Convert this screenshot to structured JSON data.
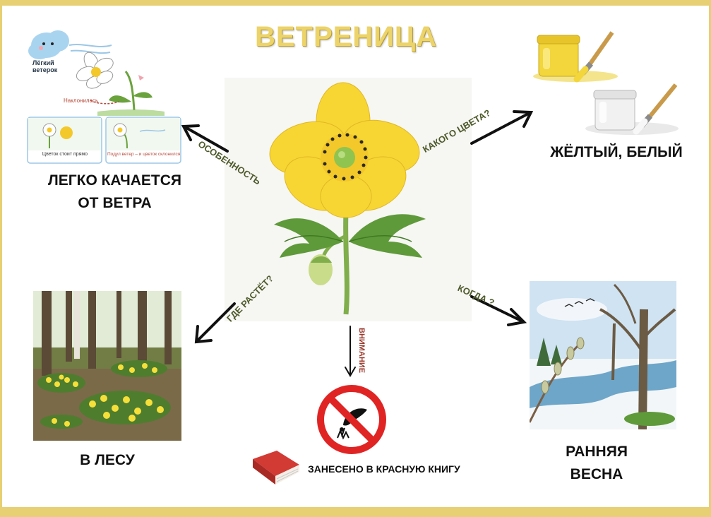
{
  "title": "ВЕТРЕНИЦА",
  "wind_card": {
    "light_breeze": "Лёгкий\nветерок",
    "bend_label": "Наклонилась",
    "panel_left_caption": "Цветок стоит прямо",
    "panel_right_caption": "Подул ветер – и цветок склонился!"
  },
  "branches": {
    "feature": {
      "question": "ОСОБЕННОСТЬ",
      "answer_line1": "ЛЕГКО КАЧАЕТСЯ",
      "answer_line2": "ОТ ВЕТРА"
    },
    "color": {
      "question": "КАКОГО ЦВЕТА?",
      "answer": "ЖЁЛТЫЙ, БЕЛЫЙ"
    },
    "where": {
      "question": "ГДЕ РАСТЁТ?",
      "answer": "В ЛЕСУ"
    },
    "when": {
      "question": "КОГДА ?",
      "answer_line1": "РАННЯЯ",
      "answer_line2": "ВЕСНА"
    },
    "attention": {
      "question": "ВНИМАНИЕ",
      "answer": "ЗАНЕСЕНО В КРАСНУЮ КНИГУ"
    }
  },
  "colors": {
    "frame": "#e7cf73",
    "title": "#ecd36a",
    "tag_green": "#4d5a2a",
    "tag_red": "#9a3a2c",
    "flower_yellow": "#f7d634"
  }
}
